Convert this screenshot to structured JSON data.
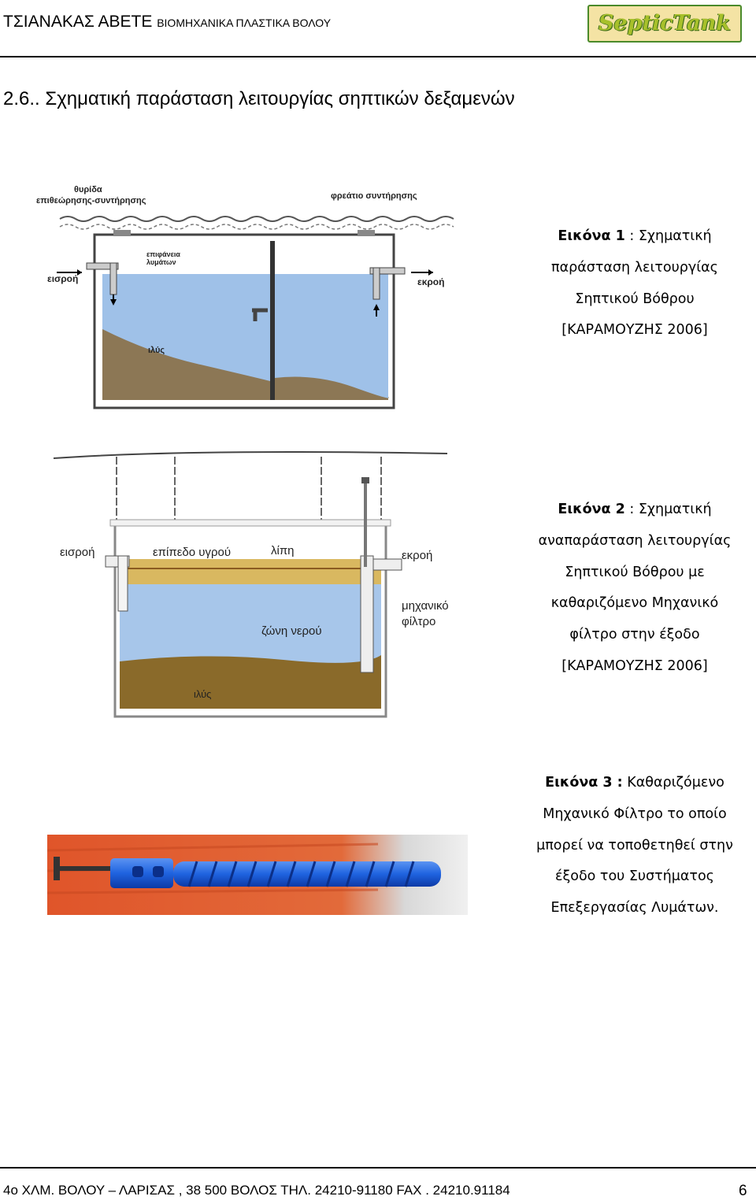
{
  "header": {
    "company": "ΤΣΙΑΝΑΚΑΣ ΑΒΕΤΕ",
    "company_sub": "ΒΙΟΜΗΧΑΝΙΚΑ ΠΛΑΣΤΙΚΑ ΒΟΛΟΥ",
    "logo_text": "SepticTank"
  },
  "section_title": "2.6.. Σχηματική παράσταση λειτουργίας σηπτικών δεξαμενών",
  "figure1": {
    "labels": {
      "hatch": "θυρίδα",
      "hatch2": "επιθεώρησης-συντήρησης",
      "manhole": "φρεάτιο συντήρησης",
      "surface": "επιφάνεια",
      "surface2": "λυμάτων",
      "inlet": "εισροή",
      "outlet": "εκροή",
      "sludge": "ιλύς"
    },
    "caption": {
      "label": "Εικόνα 1",
      "line1": " : Σχηματική",
      "line2": "παράσταση λειτουργίας",
      "line3": "Σηπτικού Βόθρου",
      "line4": "[ΚΑΡΑΜΟΥΖΗΣ 2006]"
    }
  },
  "figure2": {
    "labels": {
      "inlet": "εισροή",
      "liquid_level": "επίπεδο υγρού",
      "grease": "λίπη",
      "outlet": "εκροή",
      "filter1": "μηχανικό",
      "filter2": "φίλτρο",
      "water_zone": "ζώνη νερού",
      "sludge": "ιλύς"
    },
    "caption": {
      "label": "Εικόνα 2",
      "line1": " : Σχηματική",
      "line2": "αναπαράσταση λειτουργίας",
      "line3": "Σηπτικού Βόθρου με",
      "line4": "καθαριζόμενο Μηχανικό",
      "line5": "φίλτρο στην έξοδο",
      "line6": "[ΚΑΡΑΜΟΥΖΗΣ 2006]"
    }
  },
  "figure3": {
    "caption": {
      "label": "Εικόνα 3 :",
      "line1": " Καθαριζόμενο",
      "line2": "Μηχανικό Φίλτρο το οποίο",
      "line3": "μπορεί να τοποθετηθεί στην",
      "line4": "έξοδο του Συστήματος",
      "line5": "Επεξεργασίας Λυμάτων."
    }
  },
  "footer": {
    "address": "4ο ΧΛΜ. ΒΟΛΟΥ – ΛΑΡΙΣΑΣ , 38 500 ΒΟΛΟΣ ΤΗΛ. 24210-91180 FAX . 24210.91184",
    "page": "6"
  },
  "colors": {
    "water": "#9fc1e8",
    "sludge": "#8a6a2a",
    "grease": "#d9b860",
    "filter_blue": "#1f63e0",
    "orange_bg": "#e0552a"
  }
}
